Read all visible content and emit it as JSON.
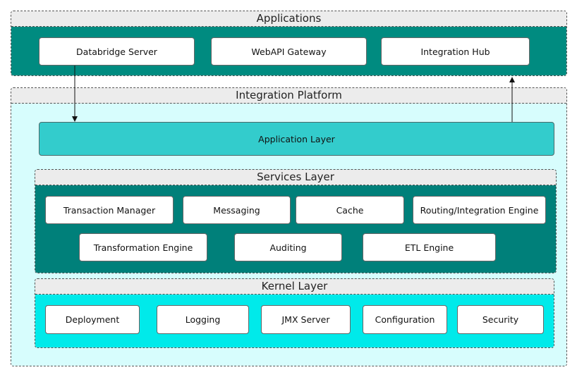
{
  "colors": {
    "applications_body": "#008b80",
    "platform_body": "#d7fdfd",
    "application_layer": "#33cccc",
    "services_body": "#00807a",
    "kernel_body": "#00eaea"
  },
  "applications": {
    "title": "Applications",
    "items": [
      "Databridge Server",
      "WebAPI Gateway",
      "Integration Hub"
    ]
  },
  "platform": {
    "title": "Integration Platform",
    "application_layer": "Application Layer"
  },
  "services": {
    "title": "Services Layer",
    "items": [
      "Transaction Manager",
      "Messaging",
      "Cache",
      "Routing/Integration Engine",
      "Transformation Engine",
      "Auditing",
      "ETL Engine"
    ]
  },
  "kernel": {
    "title": "Kernel Layer",
    "items": [
      "Deployment",
      "Logging",
      "JMX Server",
      "Configuration",
      "Security"
    ]
  }
}
